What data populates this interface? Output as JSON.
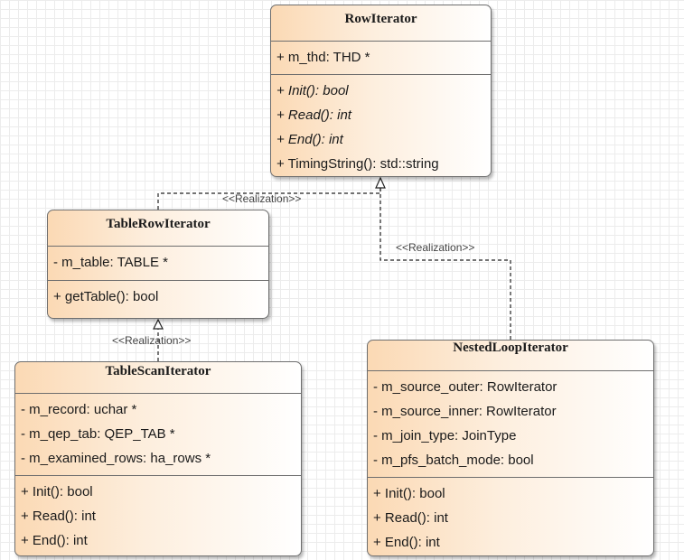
{
  "classes": {
    "row_iterator": {
      "name": "RowIterator",
      "attributes": [
        "+ m_thd: THD *"
      ],
      "operations": [
        "+ Init(): bool",
        "+ Read(): int",
        "+ End(): int",
        "+ TimingString(): std::string"
      ],
      "abstract_operations": [
        true,
        true,
        true,
        false
      ]
    },
    "table_row_iterator": {
      "name": "TableRowIterator",
      "attributes": [
        "- m_table: TABLE *"
      ],
      "operations": [
        "+ getTable(): bool"
      ]
    },
    "table_scan_iterator": {
      "name": "TableScanIterator",
      "attributes": [
        "- m_record: uchar *",
        "- m_qep_tab: QEP_TAB *",
        "- m_examined_rows: ha_rows *"
      ],
      "operations": [
        "+ Init(): bool",
        "+ Read(): int",
        "+ End(): int"
      ]
    },
    "nested_loop_iterator": {
      "name": "NestedLoopIterator",
      "attributes": [
        "- m_source_outer: RowIterator",
        "- m_source_inner: RowIterator",
        "- m_join_type: JoinType",
        "- m_pfs_batch_mode: bool"
      ],
      "operations": [
        "+ Init(): bool",
        "+ Read(): int",
        "+ End(): int"
      ]
    }
  },
  "relations": {
    "table_row_to_row": "<<Realization>>",
    "nested_loop_to_row": "<<Realization>>",
    "table_scan_to_table_row": "<<Realization>>"
  },
  "colors": {
    "box_gradient_start": "#fbd9b4",
    "box_border": "#6e6e6e",
    "connector": "#222222"
  }
}
